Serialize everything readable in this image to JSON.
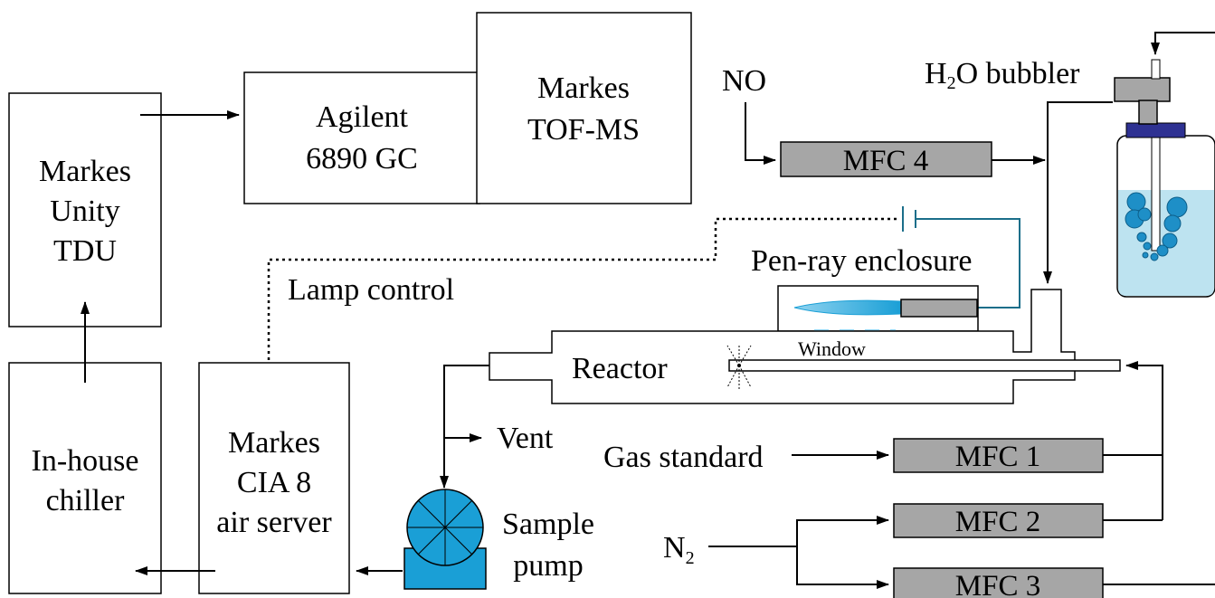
{
  "boxes": {
    "tdu": [
      "Markes",
      "Unity",
      "TDU"
    ],
    "gc": [
      "Agilent",
      "6890 GC"
    ],
    "tofms": [
      "Markes",
      "TOF-MS"
    ],
    "chiller": [
      "In-house",
      "chiller"
    ],
    "cia8": [
      "Markes",
      "CIA 8",
      "air server"
    ],
    "mfc4": "MFC 4",
    "mfc1": "MFC 1",
    "mfc2": "MFC 2",
    "mfc3": "MFC 3"
  },
  "labels": {
    "no": "NO",
    "bubbler_h": "H",
    "bubbler_sub": "2",
    "bubbler_rest": "O bubbler",
    "penray": "Pen-ray enclosure",
    "lamp_control": "Lamp control",
    "window": "Window",
    "reactor": "Reactor",
    "vent": "Vent",
    "gas_standard": "Gas standard",
    "sample_pump": [
      "Sample",
      "pump"
    ],
    "n2_main": "N",
    "n2_sub": "2"
  },
  "colors": {
    "mfc_fill": "#a6a6a6",
    "water": "#bde3f0",
    "bubble": "#1e8fc7",
    "pump": "#1a9fd6",
    "cap": "#2e3192",
    "wire": "#1b6e8a",
    "lamp": "#1aa0d8"
  }
}
